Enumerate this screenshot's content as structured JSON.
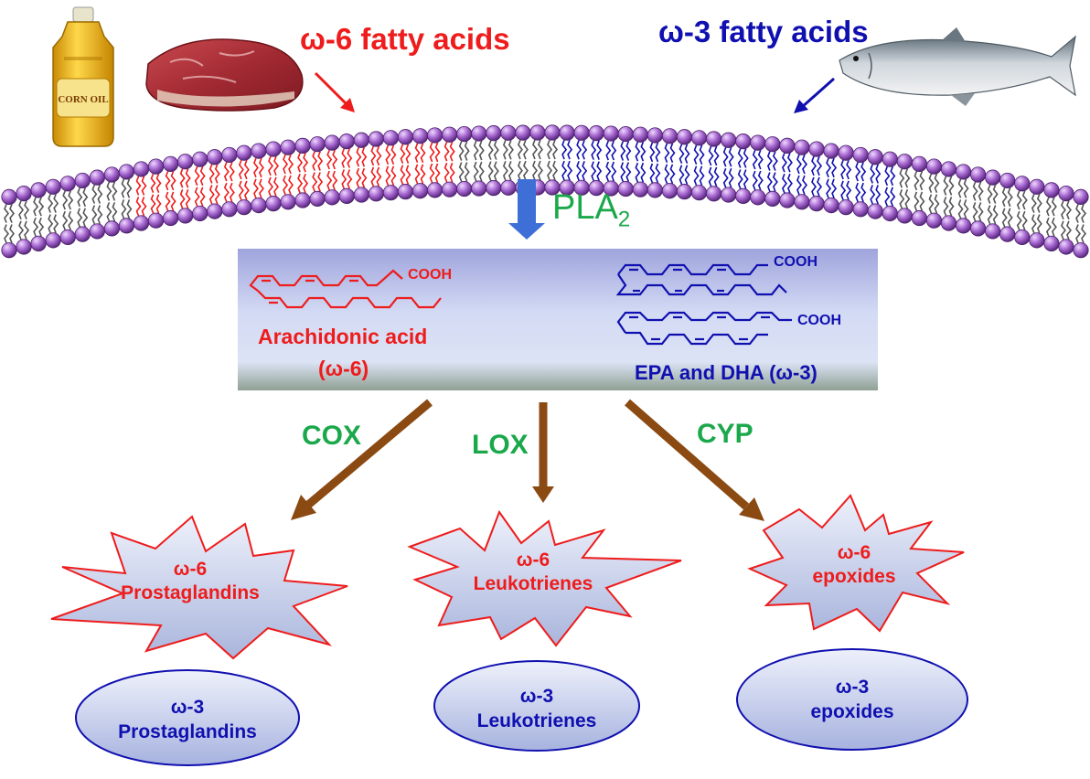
{
  "header": {
    "omega6_title": "ω-6 fatty acids",
    "omega3_title": "ω-3 fatty acids"
  },
  "enzyme_pla2": {
    "base": "PLA",
    "sub": "2"
  },
  "fatty_acid_box": {
    "arachidonic_name": "Arachidonic acid",
    "arachidonic_class": "(ω-6)",
    "epa_dha_name": "EPA and DHA (ω-3)",
    "cooh": "COOH"
  },
  "pathways": [
    {
      "enzyme": "COX",
      "omega6_line1": "ω-6",
      "omega6_line2": "Prostaglandins",
      "omega3_line1": "ω-3",
      "omega3_line2": "Prostaglandins"
    },
    {
      "enzyme": "LOX",
      "omega6_line1": "ω-6",
      "omega6_line2": "Leukotrienes",
      "omega3_line1": "ω-3",
      "omega3_line2": "Leukotrienes"
    },
    {
      "enzyme": "CYP",
      "omega6_line1": "ω-6",
      "omega6_line2": "epoxides",
      "omega3_line1": "ω-3",
      "omega3_line2": "epoxides"
    }
  ],
  "food_sources": {
    "bottle_label": "CORN OIL",
    "omega6_foods": [
      "corn-oil-bottle-icon",
      "steak-icon"
    ],
    "omega3_foods": [
      "salmon-icon"
    ]
  },
  "colors": {
    "omega6": "#ee1c1c",
    "omega3": "#1010b0",
    "enzyme_green": "#1aa84a",
    "pathway_arrow": "#8b4a12",
    "pla_arrow": "#3d6fd6",
    "lipid_head": "#9b5bc4",
    "box_top": "#a3a7dd",
    "box_bottom": "#93a39a"
  }
}
